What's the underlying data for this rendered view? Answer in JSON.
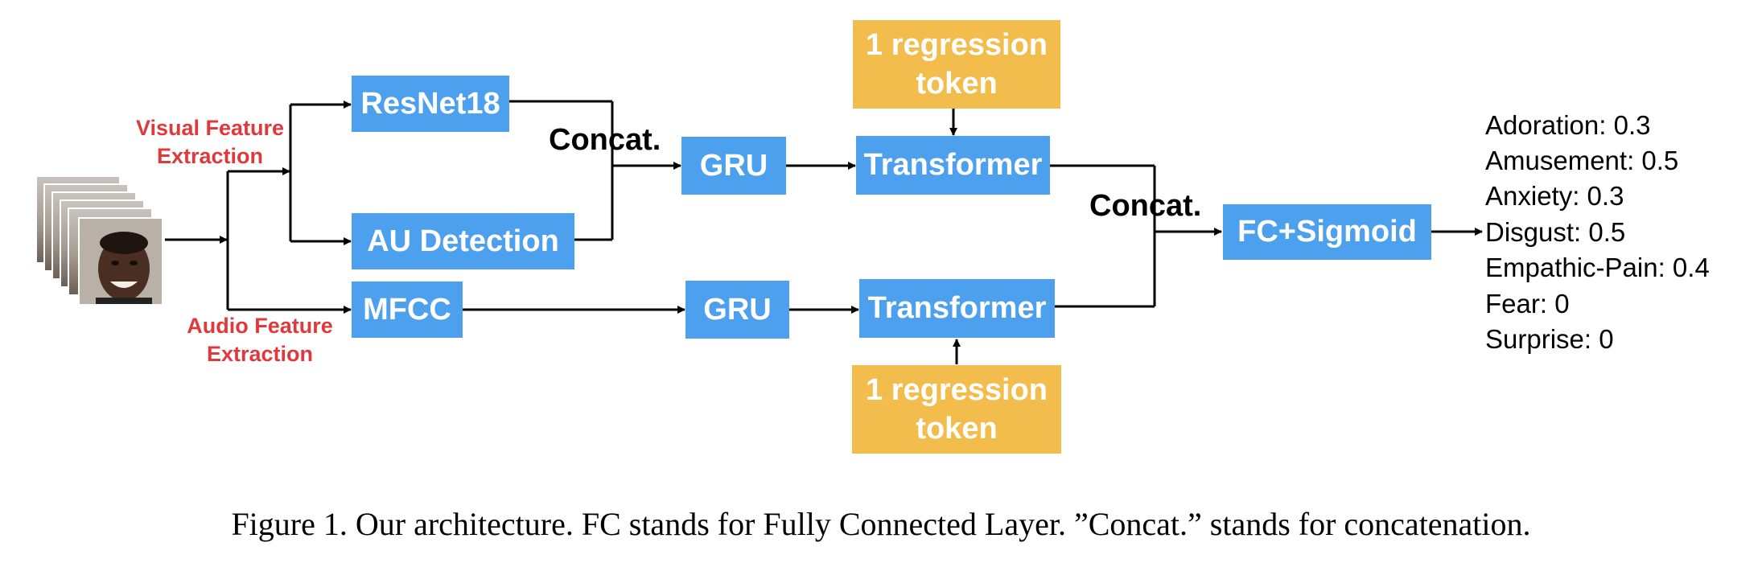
{
  "diagram": {
    "labels": {
      "visual_feature": "Visual Feature\nExtraction",
      "audio_feature": "Audio Feature\nExtraction",
      "concat_top": "Concat.",
      "concat_right": "Concat."
    },
    "nodes": {
      "resnet": "ResNet18",
      "au": "AU Detection",
      "mfcc": "MFCC",
      "gru_top": "GRU",
      "gru_bottom": "GRU",
      "transformer_top": "Transformer",
      "transformer_bottom": "Transformer",
      "reg_token_top_1": "1 regression",
      "reg_token_top_2": "token",
      "reg_token_bottom_1": "1 regression",
      "reg_token_bottom_2": "token",
      "fc": "FC+Sigmoid"
    },
    "outputs": [
      "Adoration: 0.3",
      "Amusement: 0.5",
      "Anxiety: 0.3",
      "Disgust: 0.5",
      "Empathic-Pain: 0.4",
      "Fear: 0",
      "Surprise: 0"
    ],
    "colors": {
      "box_blue": "#4da0ed",
      "box_yellow": "#f2bd4d",
      "label_red": "#e0393c"
    }
  },
  "caption": "Figure 1. Our architecture. FC stands for Fully Connected Layer. ”Concat.” stands for concatenation."
}
